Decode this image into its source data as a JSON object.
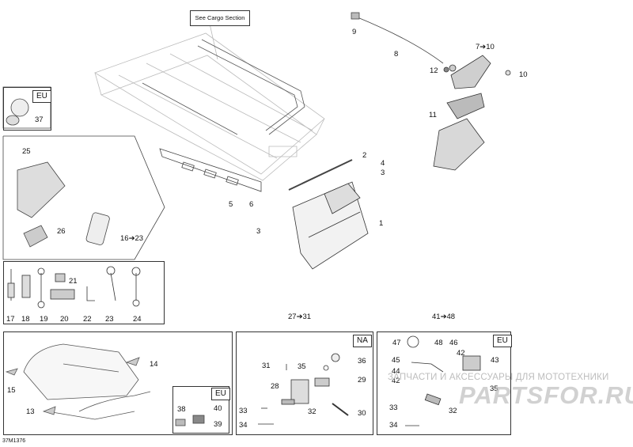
{
  "header_box": {
    "cargo_label": "See Cargo Section"
  },
  "tags": {
    "eu_mirror": "EU",
    "eu_plate": "EU",
    "na_kit": "NA",
    "eu_kit": "EU"
  },
  "callouts": {
    "p1": "1",
    "p2": "2",
    "p3a": "3",
    "p3b": "3",
    "p4": "4",
    "p5": "5",
    "p6": "6",
    "p7_10": "7➔10",
    "p8": "8",
    "p9": "9",
    "p10": "10",
    "p11": "11",
    "p12": "12",
    "p13": "13",
    "p14": "14",
    "p15": "15",
    "p16_23": "16➔23",
    "p17": "17",
    "p18": "18",
    "p19": "19",
    "p20": "20",
    "p21": "21",
    "p22": "22",
    "p23": "23",
    "p24": "24",
    "p25": "25",
    "p26": "26",
    "p27_31": "27➔31",
    "p28": "28",
    "p29": "29",
    "p30": "30",
    "p31": "31",
    "p32a": "32",
    "p32b": "32",
    "p33a": "33",
    "p33b": "33",
    "p34a": "34",
    "p34b": "34",
    "p35a": "35",
    "p35b": "35",
    "p36": "36",
    "p37": "37",
    "p38": "38",
    "p39": "39",
    "p40": "40",
    "p41_48": "41➔48",
    "p42": "42",
    "p43": "43",
    "p44": "44",
    "p45": "45",
    "p46": "46",
    "p47": "47",
    "p48": "48"
  },
  "watermark": {
    "line1": "ЗАПЧАСТИ И АКСЕССУАРЫ ДЛЯ МОТОТЕХНИКИ",
    "line2": "PARTSFOR.RU"
  },
  "figure_id": "37M1376"
}
